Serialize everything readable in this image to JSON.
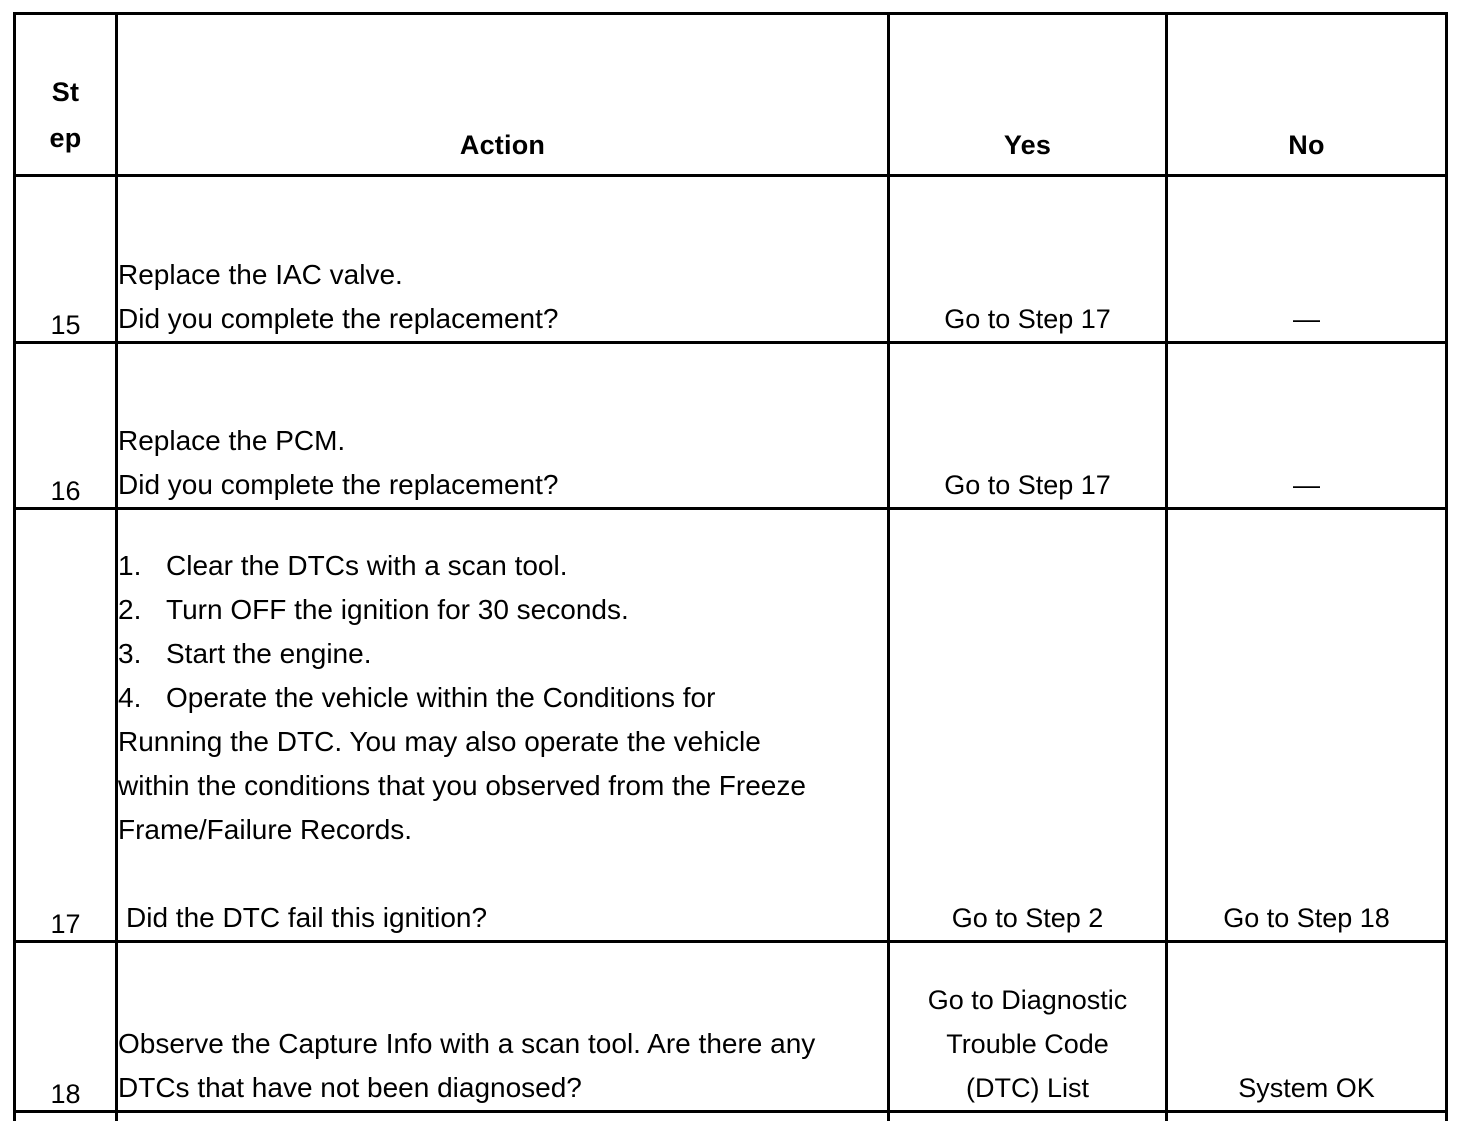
{
  "table": {
    "headers": {
      "step_line1": "St",
      "step_line2": "ep",
      "action": "Action",
      "yes": "Yes",
      "no": "No"
    },
    "rows": [
      {
        "step": "15",
        "action_lines": [
          "Replace the IAC valve.",
          "Did you complete the  replacement?"
        ],
        "yes": "Go to Step 17",
        "no": "—"
      },
      {
        "step": "16",
        "action_lines": [
          "Replace the PCM.",
          "Did you complete the replacement?"
        ],
        "yes": "Go to Step 17",
        "no": "—"
      },
      {
        "step": "17",
        "list_items": [
          {
            "num": "1.",
            "text": "Clear the DTCs with a scan tool."
          },
          {
            "num": "2.",
            "text": "Turn OFF the ignition for 30 seconds."
          },
          {
            "num": "3.",
            "text": "Start the engine."
          },
          {
            "num": "4.",
            "text": "Operate the vehicle within the Conditions for"
          }
        ],
        "continuation_lines": [
          "Running the DTC. You may also operate the vehicle",
          "within the conditions that you observed from the Freeze",
          "Frame/Failure Records."
        ],
        "question": "Did the DTC fail this ignition?",
        "yes": "Go to Step 2",
        "no": "Go to Step 18"
      },
      {
        "step": "18",
        "action_lines": [
          "Observe the Capture Info with a scan tool. Are there any",
          "DTCs that have not been diagnosed?"
        ],
        "yes_lines": [
          "Go to Diagnostic",
          "Trouble Code",
          "(DTC) List"
        ],
        "no": "System OK"
      }
    ]
  },
  "colors": {
    "border": "#000000",
    "text": "#000000",
    "background": "#ffffff"
  }
}
